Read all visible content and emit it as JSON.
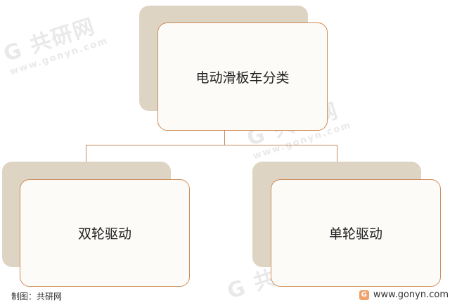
{
  "diagram": {
    "root": {
      "label": "电动滑板车分类"
    },
    "children": [
      {
        "label": "双轮驱动"
      },
      {
        "label": "单轮驱动"
      }
    ]
  },
  "footer": {
    "source": "制图：共研网",
    "website": "www.gonyn.com"
  },
  "watermark": {
    "brand": "共研网",
    "url": "www.gonyn.com"
  },
  "colors": {
    "border": "#d18b57",
    "shadow": "#ddd4c3",
    "connector": "#c8895e"
  }
}
